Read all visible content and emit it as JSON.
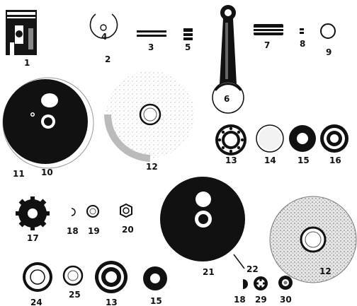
{
  "diagram": {
    "kind": "exploded parts diagram",
    "parts": [
      {
        "id": "p1",
        "label": "1",
        "part": "piston"
      },
      {
        "id": "p2",
        "label": "2",
        "part": "circlip"
      },
      {
        "id": "p3",
        "label": "3",
        "part": "piston ring"
      },
      {
        "id": "p4",
        "label": "4",
        "part": "gudgeon pin"
      },
      {
        "id": "p5",
        "label": "5",
        "part": "needle bearing"
      },
      {
        "id": "p6",
        "label": "6",
        "part": "connecting rod"
      },
      {
        "id": "p7",
        "label": "7",
        "part": "crank pin"
      },
      {
        "id": "p8",
        "label": "8",
        "part": "small pin"
      },
      {
        "id": "p9",
        "label": "9",
        "part": "ring"
      },
      {
        "id": "p10",
        "label": "10",
        "part": "flywheel"
      },
      {
        "id": "p11",
        "label": "11",
        "part": "flywheel"
      },
      {
        "id": "p12a",
        "label": "12",
        "part": "disc"
      },
      {
        "id": "p13a",
        "label": "13",
        "part": "ball bearing"
      },
      {
        "id": "p14",
        "label": "14",
        "part": "washer"
      },
      {
        "id": "p15a",
        "label": "15",
        "part": "oil seal"
      },
      {
        "id": "p16",
        "label": "16",
        "part": "bearing"
      },
      {
        "id": "p17",
        "label": "17",
        "part": "sprocket"
      },
      {
        "id": "p18a",
        "label": "18",
        "part": "woodruff key"
      },
      {
        "id": "p19",
        "label": "19",
        "part": "lock washer"
      },
      {
        "id": "p20",
        "label": "20",
        "part": "hex nut"
      },
      {
        "id": "p21",
        "label": "21",
        "part": "flywheel"
      },
      {
        "id": "p22",
        "label": "22",
        "part": "flywheel"
      },
      {
        "id": "p12b",
        "label": "12",
        "part": "disc"
      },
      {
        "id": "p24",
        "label": "24",
        "part": "washer"
      },
      {
        "id": "p25",
        "label": "25",
        "part": "washer"
      },
      {
        "id": "p13b",
        "label": "13",
        "part": "ball bearing"
      },
      {
        "id": "p15b",
        "label": "15",
        "part": "oil seal"
      },
      {
        "id": "p18b",
        "label": "18",
        "part": "woodruff key"
      },
      {
        "id": "p29",
        "label": "29",
        "part": "splined washer"
      },
      {
        "id": "p30",
        "label": "30",
        "part": "nut"
      }
    ]
  }
}
